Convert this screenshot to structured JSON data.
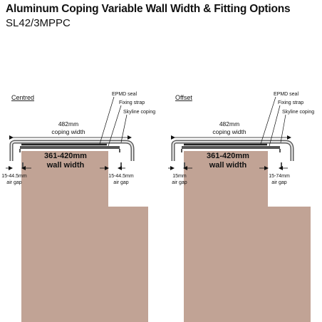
{
  "header": {
    "title": "Aluminum Coping Variable Wall Width & Fitting Options",
    "subtitle": "SL42/3MPPC"
  },
  "colors": {
    "wall": "#c1a395",
    "coping": "#555555",
    "coping_inner": "#e4e4e4",
    "seal": "#222222"
  },
  "diagrams": [
    {
      "section_label": "Centred",
      "callouts": [
        "EPMD seal",
        "Fixing strap",
        "Skyline coping"
      ],
      "coping_width_value": "482mm",
      "coping_width_label": "coping width",
      "wall_width_value": "361-420mm",
      "wall_width_label": "wall width",
      "gap_left_value": "15-44.5mm",
      "gap_left_label": "air gap",
      "gap_right_value": "15-44.5mm",
      "gap_right_label": "air gap"
    },
    {
      "section_label": "Offset",
      "callouts": [
        "EPMD seal",
        "Fixing strap",
        "Skyline coping"
      ],
      "coping_width_value": "482mm",
      "coping_width_label": "coping width",
      "wall_width_value": "361-420mm",
      "wall_width_label": "wall width",
      "gap_left_value": "15mm",
      "gap_left_label": "air gap",
      "gap_right_value": "15-74mm",
      "gap_right_label": "air gap"
    }
  ]
}
